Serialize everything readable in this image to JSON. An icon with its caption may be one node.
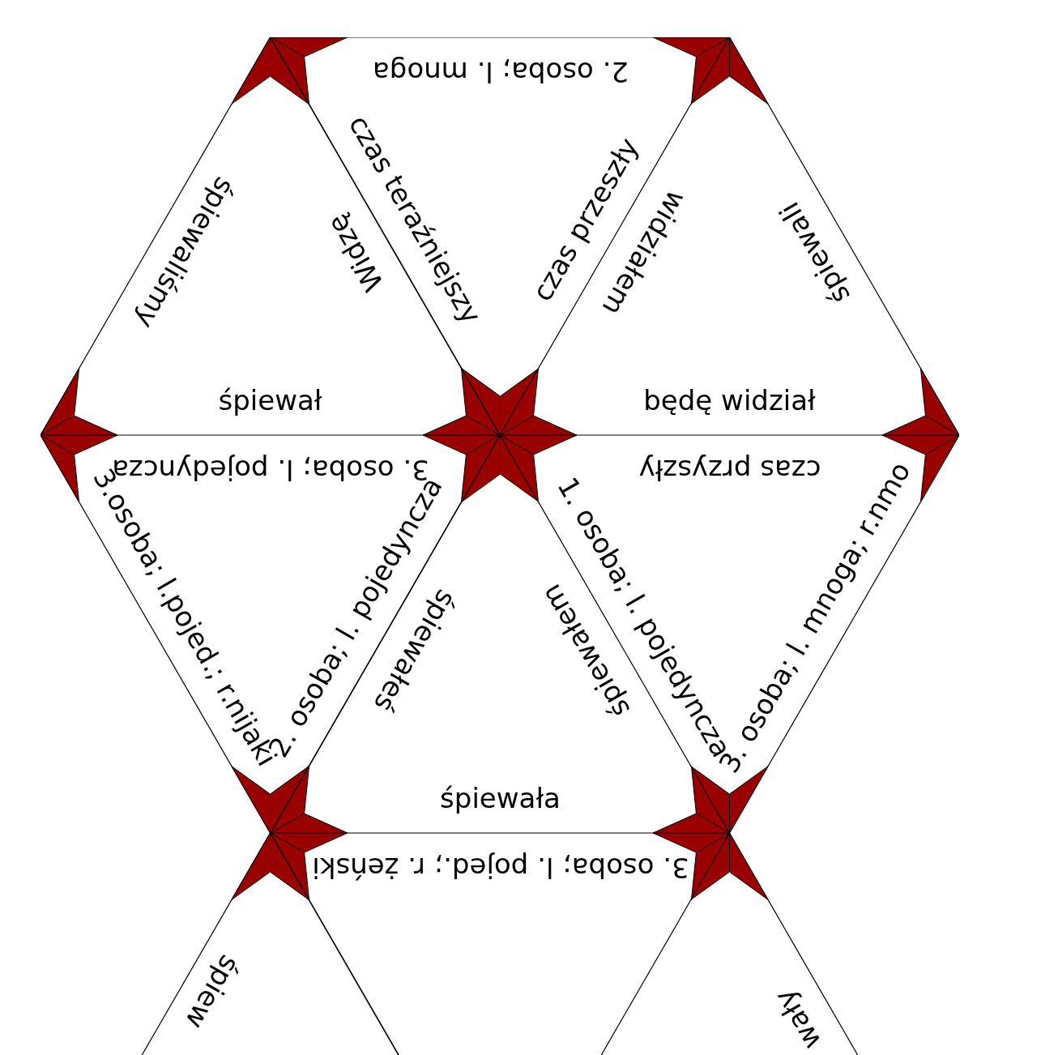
{
  "diagram": {
    "nodes": [
      {
        "text": [
          "śpiewaliśmy",
          "Widzę",
          "śpiewał"
        ]
      },
      {
        "text": [
          "2. osoba; l. mnoga",
          "czas teraźniejszy",
          "czas przeszły"
        ]
      },
      {
        "text": [
          "widziałem",
          "śpiewali",
          "będę widział"
        ]
      },
      {
        "text": [
          "3. osoba; l. pojedyncza",
          "3.osoba; l.pojed.; r.nijaki",
          "2. osoba; l. pojedyncza"
        ]
      },
      {
        "text": [
          "śpiewałeś",
          "śpiewałem",
          "śpiewała"
        ]
      },
      {
        "text": [
          "czas przyszły",
          "1. osoba; l. pojedyncza",
          "3. osoba; l. mnoga; r.nmo"
        ]
      },
      {
        "text": [
          "3. osoba; l. pojed.; r. żeński"
        ]
      },
      {
        "text": [
          "śpiew"
        ]
      },
      {
        "text": [
          "wały"
        ]
      }
    ]
  }
}
